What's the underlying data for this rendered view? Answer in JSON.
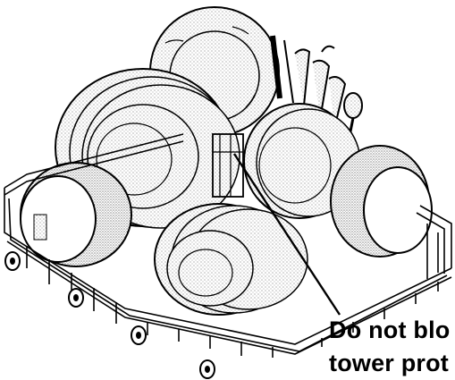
{
  "illustration": {
    "subject": "dishwasher-lower-rack",
    "stroke_color": "#000000",
    "fill_color": "#ffffff",
    "shade_color": "#d9d9d9"
  },
  "callout": {
    "line_1": "Do not blo",
    "line_2": "tower prot"
  }
}
